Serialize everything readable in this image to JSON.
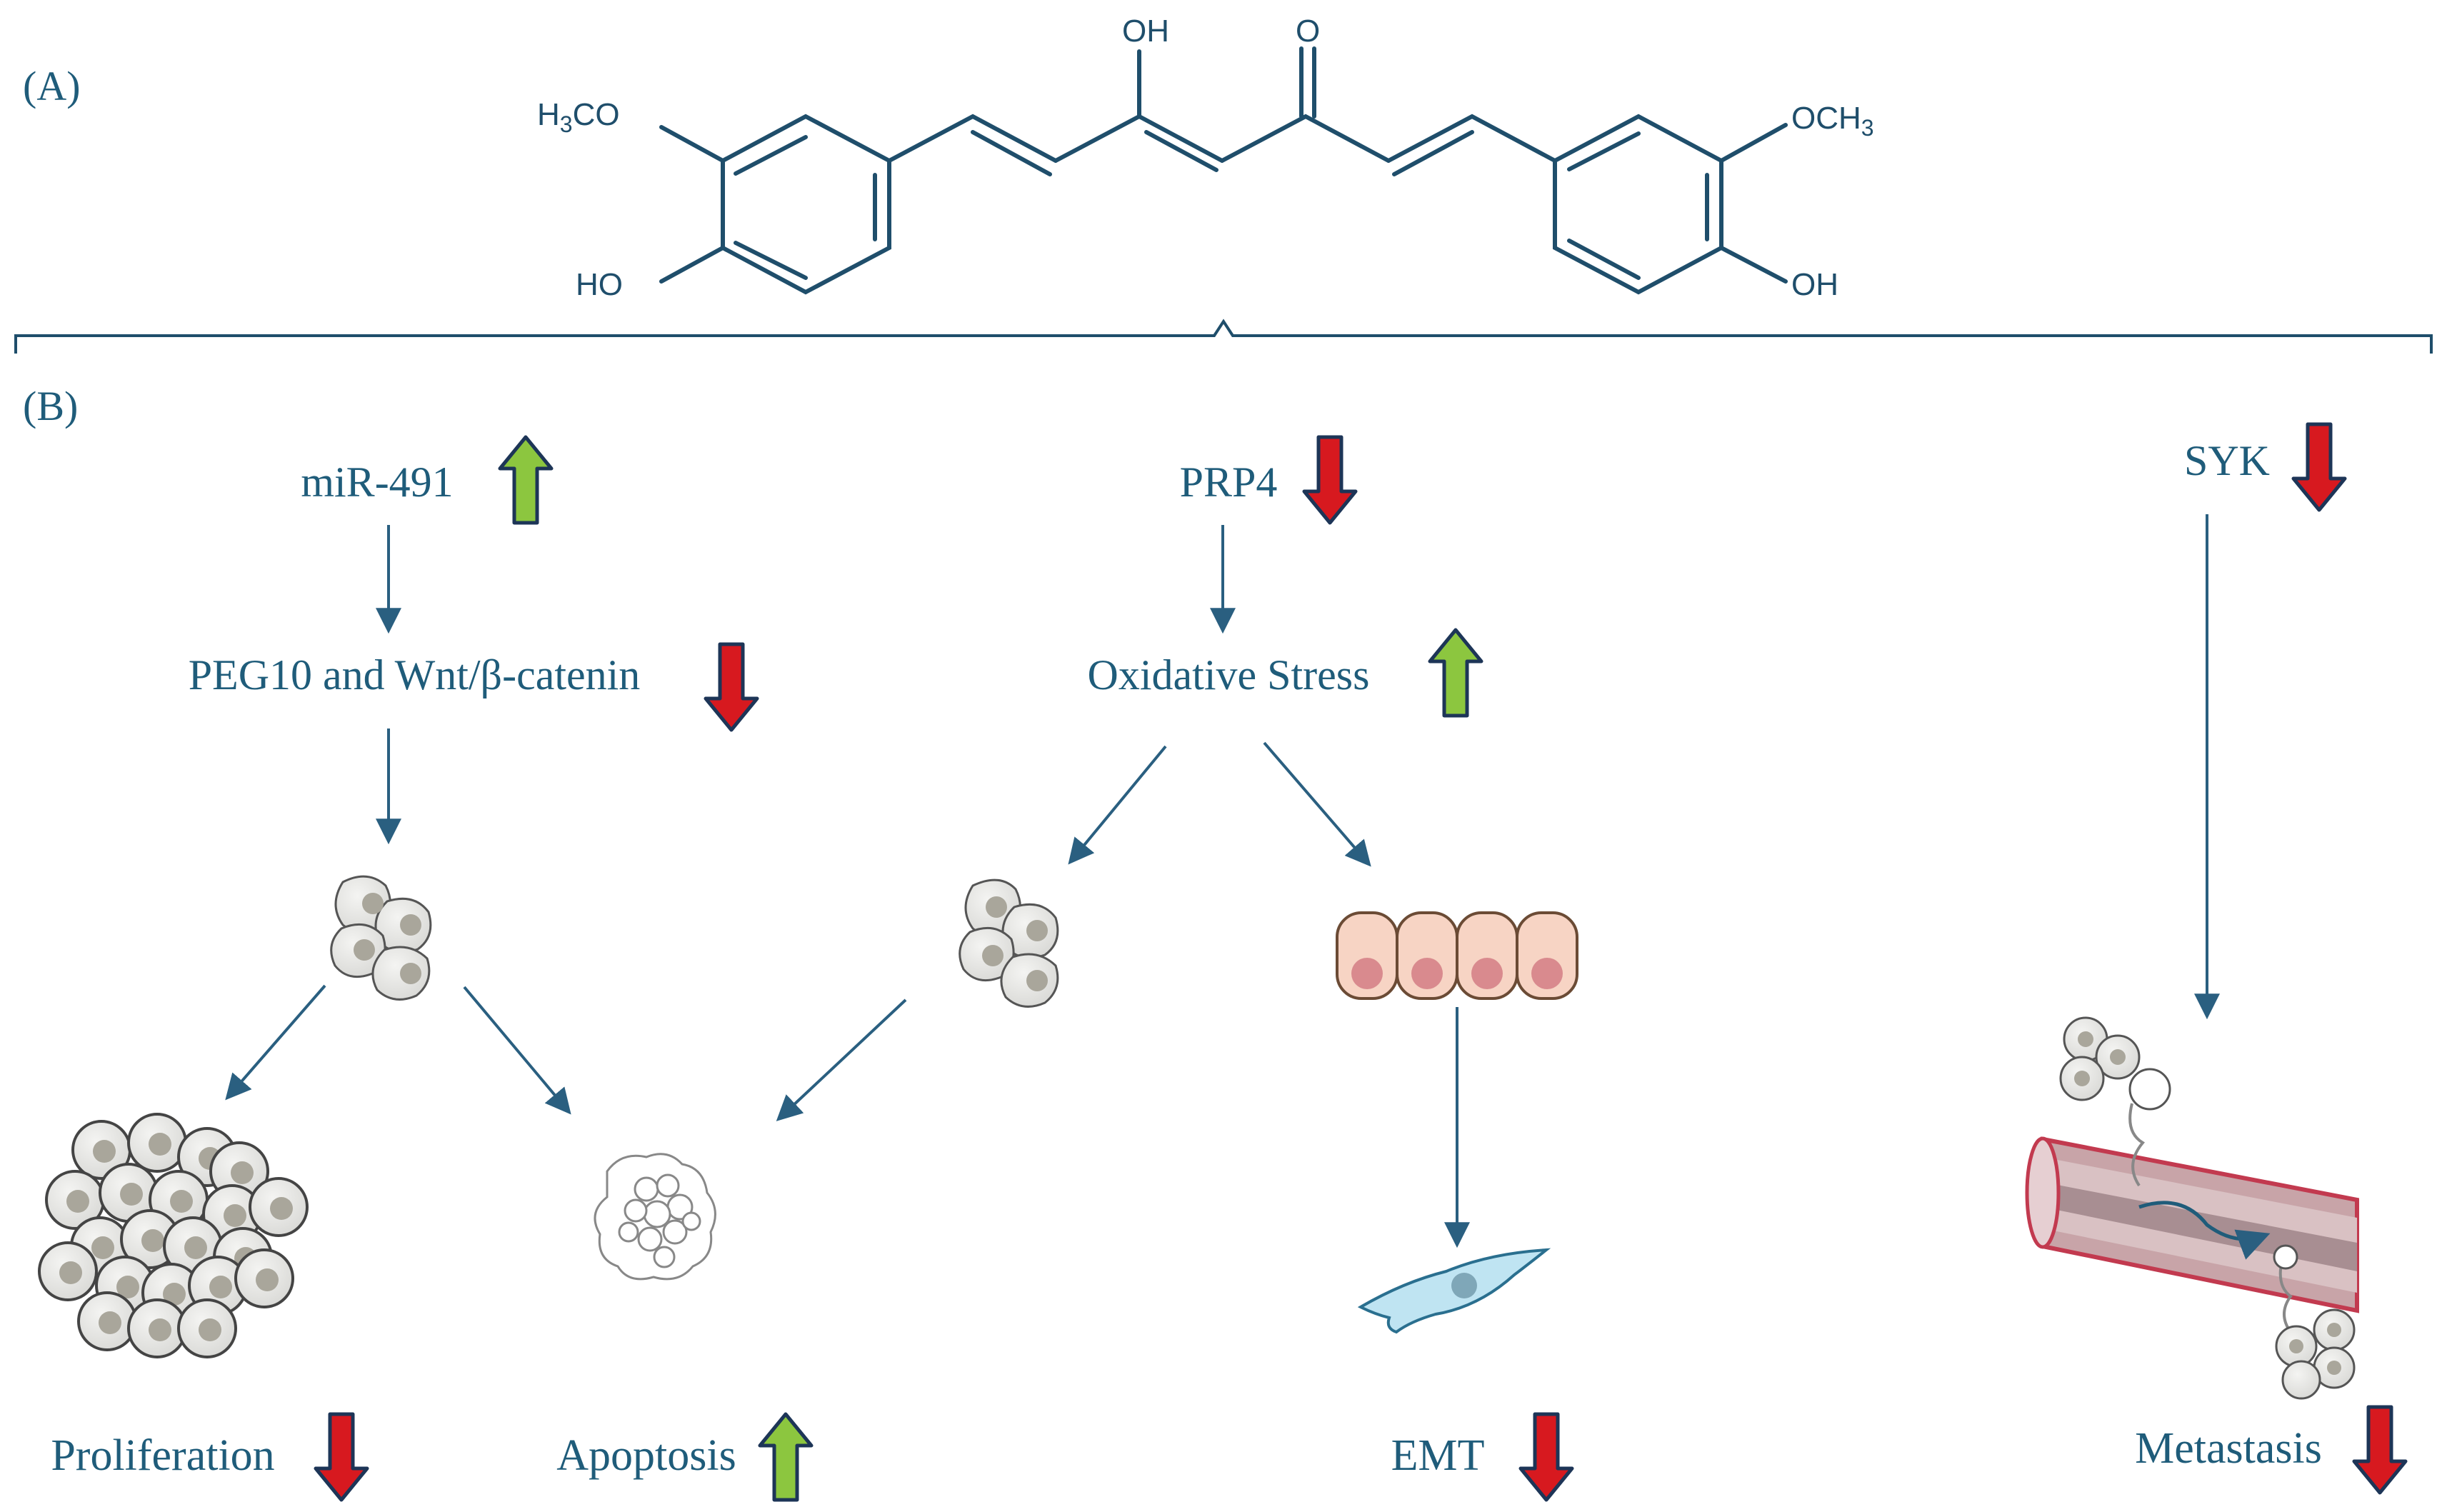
{
  "panel_labels": {
    "a": "(A)",
    "b": "(B)"
  },
  "structure": {
    "name": "curcumin",
    "substituents": {
      "left_methoxy": "H3CO",
      "left_hydroxyl": "HO",
      "enol_hydroxyl": "OH",
      "ketone_oxygen": "O",
      "right_methoxy": "OCH3",
      "right_hydroxyl": "OH"
    }
  },
  "pathways": [
    {
      "id": "mir",
      "trigger": {
        "label": "miR-491",
        "direction": "up"
      },
      "mediator": {
        "label": "PEG10 and Wnt/β-catenin",
        "direction": "down"
      }
    },
    {
      "id": "prp4",
      "trigger": {
        "label": "PRP4",
        "direction": "down"
      },
      "mediator": {
        "label": "Oxidative Stress",
        "direction": "up"
      }
    },
    {
      "id": "syk",
      "trigger": {
        "label": "SYK",
        "direction": "down"
      }
    }
  ],
  "outcomes": [
    {
      "id": "proliferation",
      "label": "Proliferation",
      "direction": "down"
    },
    {
      "id": "apoptosis",
      "label": "Apoptosis",
      "direction": "up"
    },
    {
      "id": "emt",
      "label": "EMT",
      "direction": "down"
    },
    {
      "id": "metastasis",
      "label": "Metastasis",
      "direction": "down"
    }
  ],
  "colors": {
    "text": "#1f5c7a",
    "bond": "#1f4e6b",
    "arrow": "#2a5f80",
    "up_arrow": "#8cc63f",
    "down_arrow": "#d7191f",
    "arrow_outline": "#1d3557"
  }
}
